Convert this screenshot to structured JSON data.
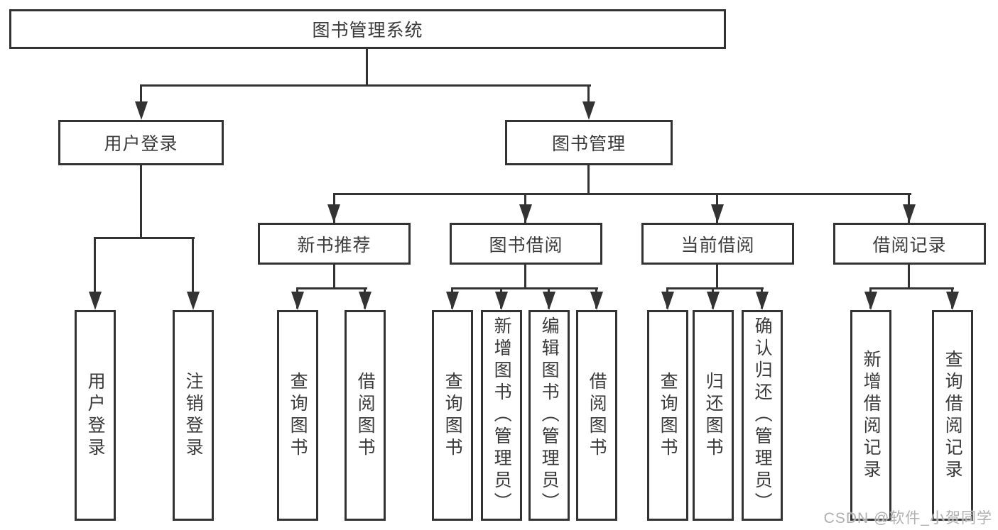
{
  "tree": {
    "root": "图书管理系统",
    "children": [
      {
        "label": "用户登录",
        "leaves": [
          "用户登录",
          "注销登录"
        ]
      },
      {
        "label": "图书管理",
        "children": [
          {
            "label": "新书推荐",
            "leaves": [
              "查询图书",
              "借阅图书"
            ]
          },
          {
            "label": "图书借阅",
            "leaves": [
              "查询图书",
              "新增图书（管理员）",
              "编辑图书（管理员）",
              "借阅图书"
            ]
          },
          {
            "label": "当前借阅",
            "leaves": [
              "查询图书",
              "归还图书",
              "确认归还（管理员）"
            ]
          },
          {
            "label": "借阅记录",
            "leaves": [
              "新增借阅记录",
              "查询借阅记录"
            ]
          }
        ]
      }
    ]
  },
  "watermark": "CSDN @软件_小贺同学",
  "colors": {
    "line": "#333333",
    "text": "#3a3a3a",
    "watermark": "#b0b0b0",
    "canvas": "#ffffff"
  }
}
